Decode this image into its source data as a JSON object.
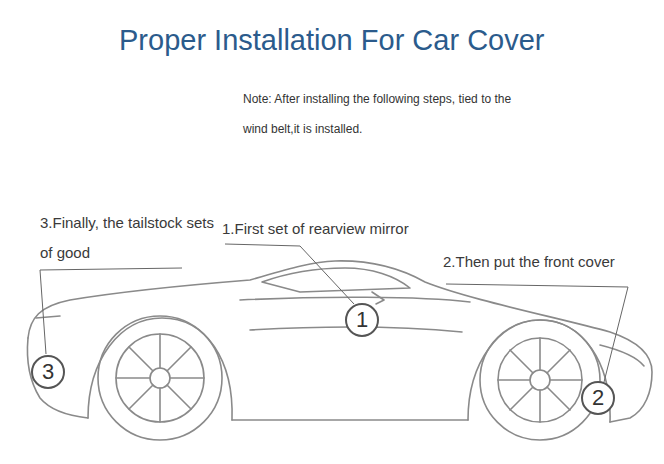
{
  "diagram": {
    "title": "Proper Installation For Car Cover",
    "nodes": [
      {
        "text": [
          "1"
        ]
      },
      {
        "text": [
          "2"
        ]
      },
      {
        "text": [
          "3"
        ]
      }
    ],
    "labels": [
      "Note: After installing the following steps, tied to the wind belt,it is installed.",
      "1.First set of rearview mirror",
      "2.Then put the front cover",
      "3.Finally, the tailstock sets of good"
    ]
  }
}
